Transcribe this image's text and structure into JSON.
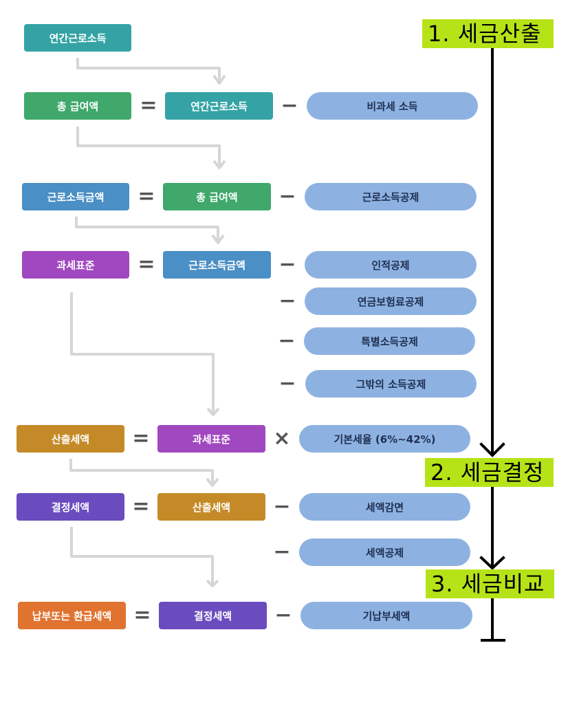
{
  "colors": {
    "teal": "#35a3a5",
    "green": "#3fa86a",
    "blue": "#4a8fc5",
    "purple": "#a048c0",
    "gold": "#c58a28",
    "violet": "#6a4cbf",
    "orange": "#e07330",
    "pill": "#8db2e2",
    "stage": "#b6e318",
    "connector": "#d6d6d6"
  },
  "rows": {
    "row0": {
      "result": "연간근로소득"
    },
    "row1": {
      "result": "총 급여액",
      "operand": "연간근로소득",
      "op": "=",
      "minus": "−",
      "deductions": [
        "비과세 소득"
      ]
    },
    "row2": {
      "result": "근로소득금액",
      "operand": "총 급여액",
      "op": "=",
      "minus": "−",
      "deductions": [
        "근로소득공제"
      ]
    },
    "row3": {
      "result": "과세표준",
      "operand": "근로소득금액",
      "op": "=",
      "minus": "−",
      "deductions": [
        "인적공제",
        "연금보험료공제",
        "특별소득공제",
        "그밖의 소득공제"
      ]
    },
    "row4": {
      "result": "산출세액",
      "operand": "과세표준",
      "op": "=",
      "times": "×",
      "deductions": [
        "기본세율 (6%~42%)"
      ]
    },
    "row5": {
      "result": "결정세액",
      "operand": "산출세액",
      "op": "=",
      "minus": "−",
      "deductions": [
        "세액감면",
        "세액공제"
      ]
    },
    "row6": {
      "result": "납부또는 환급세액",
      "operand": "결정세액",
      "op": "=",
      "minus": "−",
      "deductions": [
        "기납부세액"
      ]
    }
  },
  "stages": [
    "1. 세금산출",
    "2. 세금결정",
    "3. 세금비교"
  ]
}
